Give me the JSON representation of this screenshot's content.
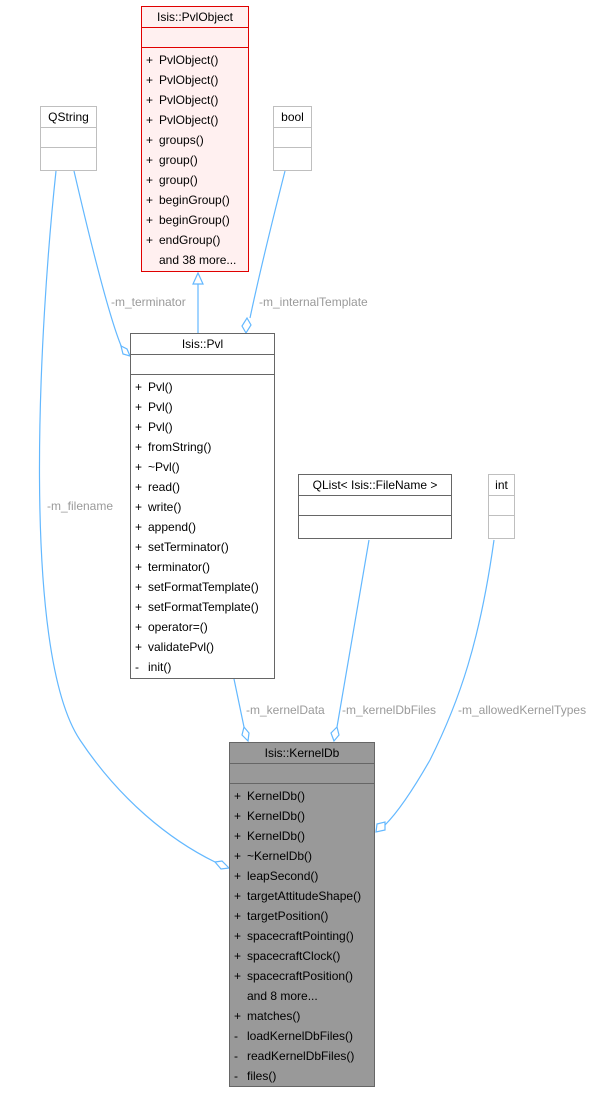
{
  "diagram": {
    "edge_color": "#63b8ff",
    "nodes": {
      "pvlobject": {
        "title": "Isis::PvlObject",
        "methods": [
          {
            "vis": "+",
            "name": "PvlObject()"
          },
          {
            "vis": "+",
            "name": "PvlObject()"
          },
          {
            "vis": "+",
            "name": "PvlObject()"
          },
          {
            "vis": "+",
            "name": "PvlObject()"
          },
          {
            "vis": "+",
            "name": "groups()"
          },
          {
            "vis": "+",
            "name": "group()"
          },
          {
            "vis": "+",
            "name": "group()"
          },
          {
            "vis": "+",
            "name": "beginGroup()"
          },
          {
            "vis": "+",
            "name": "beginGroup()"
          },
          {
            "vis": "+",
            "name": "endGroup()"
          },
          {
            "vis": "",
            "name": "and 38 more..."
          }
        ]
      },
      "qstring": {
        "title": "QString"
      },
      "bool": {
        "title": "bool"
      },
      "pvl": {
        "title": "Isis::Pvl",
        "methods": [
          {
            "vis": "+",
            "name": "Pvl()"
          },
          {
            "vis": "+",
            "name": "Pvl()"
          },
          {
            "vis": "+",
            "name": "Pvl()"
          },
          {
            "vis": "+",
            "name": "fromString()"
          },
          {
            "vis": "+",
            "name": "~Pvl()"
          },
          {
            "vis": "+",
            "name": "read()"
          },
          {
            "vis": "+",
            "name": "write()"
          },
          {
            "vis": "+",
            "name": "append()"
          },
          {
            "vis": "+",
            "name": "setTerminator()"
          },
          {
            "vis": "+",
            "name": "terminator()"
          },
          {
            "vis": "+",
            "name": "setFormatTemplate()"
          },
          {
            "vis": "+",
            "name": "setFormatTemplate()"
          },
          {
            "vis": "+",
            "name": "operator=()"
          },
          {
            "vis": "+",
            "name": "validatePvl()"
          },
          {
            "vis": "-",
            "name": "init()"
          }
        ]
      },
      "qlist": {
        "title": "QList< Isis::FileName >"
      },
      "int": {
        "title": "int"
      },
      "kerneldb": {
        "title": "Isis::KernelDb",
        "methods": [
          {
            "vis": "+",
            "name": "KernelDb()"
          },
          {
            "vis": "+",
            "name": "KernelDb()"
          },
          {
            "vis": "+",
            "name": "KernelDb()"
          },
          {
            "vis": "+",
            "name": "~KernelDb()"
          },
          {
            "vis": "+",
            "name": "leapSecond()"
          },
          {
            "vis": "+",
            "name": "targetAttitudeShape()"
          },
          {
            "vis": "+",
            "name": "targetPosition()"
          },
          {
            "vis": "+",
            "name": "spacecraftPointing()"
          },
          {
            "vis": "+",
            "name": "spacecraftClock()"
          },
          {
            "vis": "+",
            "name": "spacecraftPosition()"
          },
          {
            "vis": "",
            "name": "and 8 more..."
          },
          {
            "vis": "+",
            "name": "matches()"
          },
          {
            "vis": "-",
            "name": "loadKernelDbFiles()"
          },
          {
            "vis": "-",
            "name": "readKernelDbFiles()"
          },
          {
            "vis": "-",
            "name": "files()"
          }
        ]
      }
    },
    "edge_labels": {
      "terminator": "-m_terminator",
      "internal_template": "-m_internalTemplate",
      "filename": "-m_filename",
      "kernel_data": "-m_kernelData",
      "kernel_db_files": "-m_kernelDbFiles",
      "allowed_kernel_types": "-m_allowedKernelTypes"
    }
  }
}
